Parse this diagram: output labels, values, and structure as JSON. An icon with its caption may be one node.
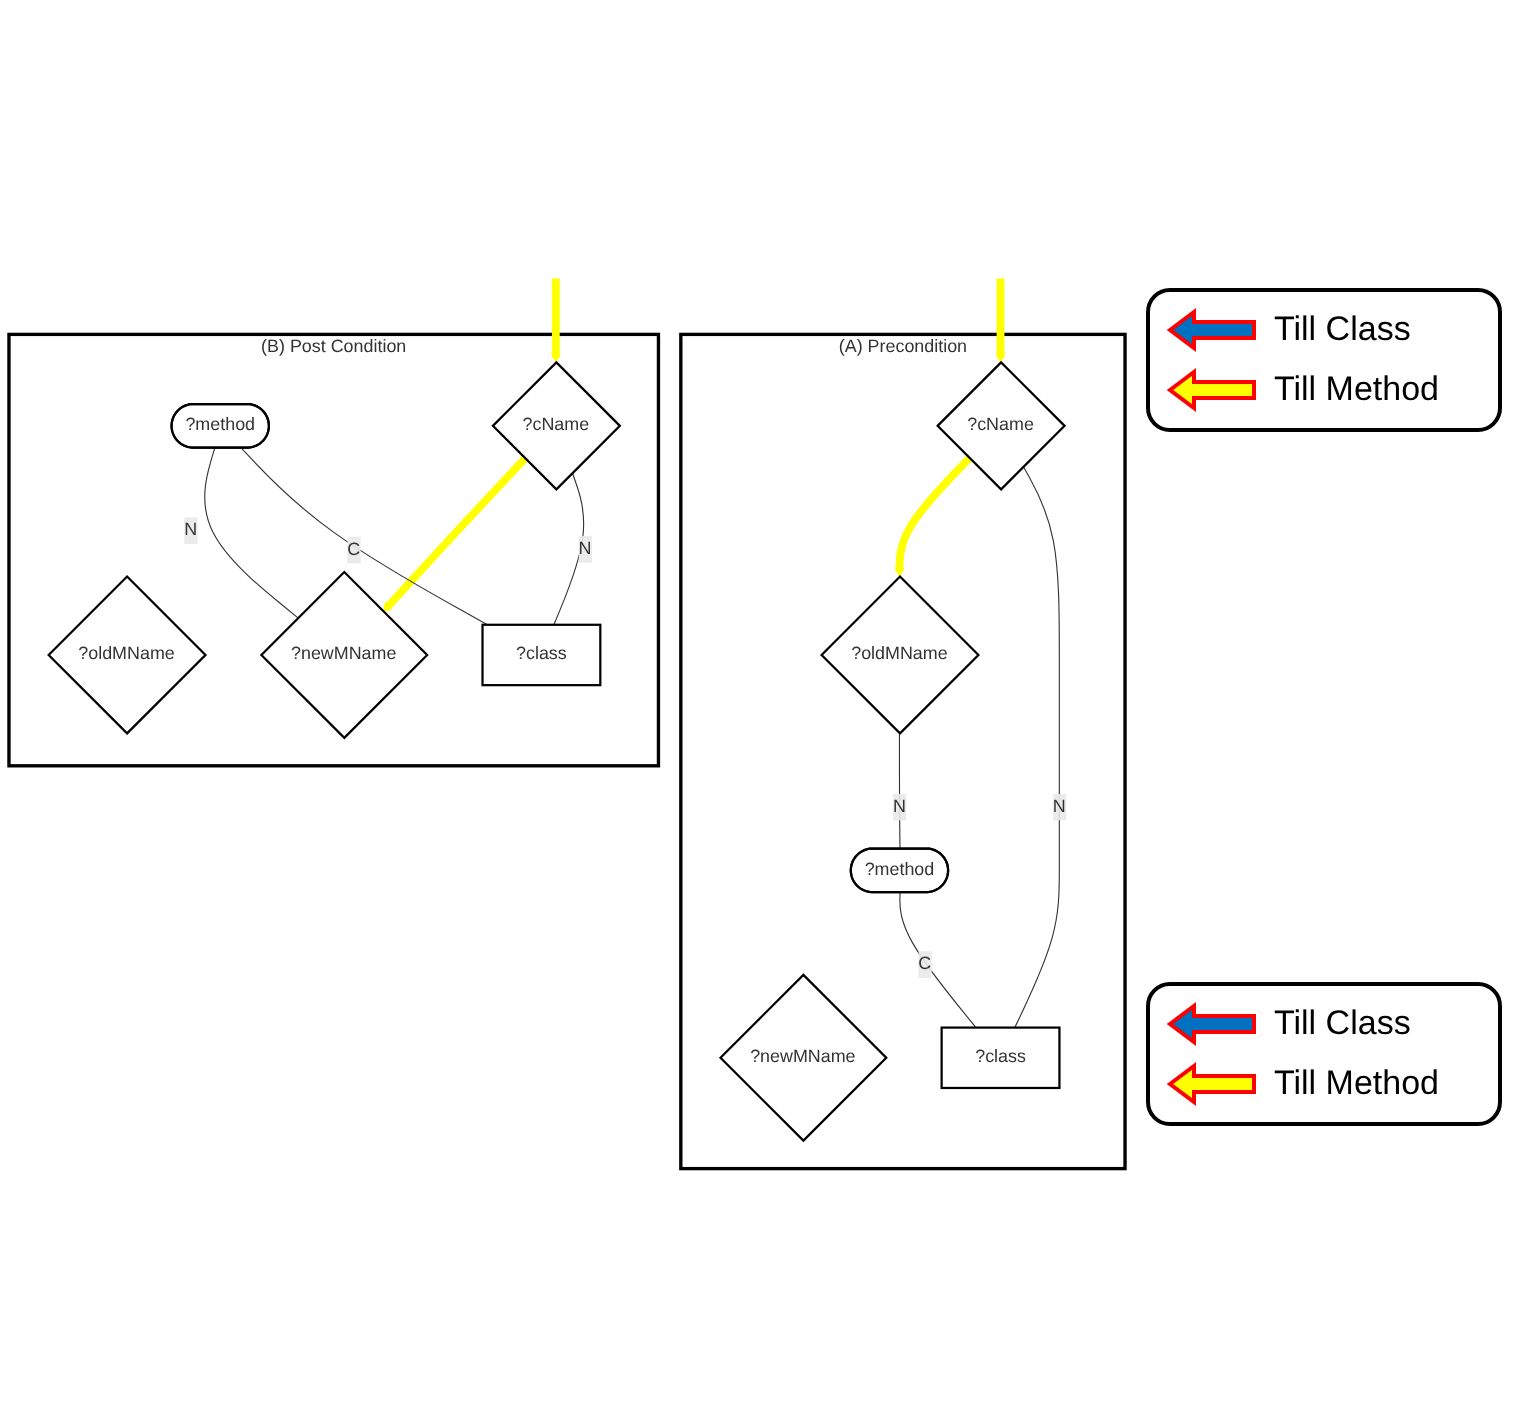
{
  "diagram": {
    "nodes": [
      {
        "text": [
          "(A) Precondition"
        ]
      },
      {
        "text": [
          "?oldMName"
        ],
        "in": 0
      },
      {
        "text": [
          "?newMName"
        ],
        "in": 0
      },
      {
        "text": [
          "?method"
        ],
        "in": 0
      },
      {
        "text": [
          "?cName"
        ],
        "in": 0
      },
      {
        "text": [
          "?class"
        ],
        "in": 0
      },
      {
        "text": [
          "(B) Post Condition"
        ]
      },
      {
        "text": [
          "?oldMName"
        ],
        "in": 6
      },
      {
        "text": [
          "?newMName"
        ],
        "in": 6
      },
      {
        "text": [
          "?method"
        ],
        "in": 6
      },
      {
        "text": [
          "?cName"
        ],
        "in": 6
      },
      {
        "text": [
          "?class"
        ],
        "in": 6
      }
    ],
    "edges": [
      {
        "from": 4,
        "to": 1,
        "arrow": "to",
        "style": "thick",
        "color": "#ffff00"
      },
      {
        "from": null,
        "to": 4,
        "arrow": "to",
        "style": "thick",
        "color": "#ffff00"
      },
      {
        "from": 1,
        "to": 3,
        "arrow": "none",
        "label": "N"
      },
      {
        "from": 3,
        "to": 5,
        "arrow": "none",
        "label": "C"
      },
      {
        "from": 4,
        "to": 5,
        "arrow": "none",
        "label": "N"
      },
      {
        "from": 10,
        "to": 8,
        "arrow": "to",
        "style": "thick",
        "color": "#ffff00"
      },
      {
        "from": null,
        "to": 10,
        "arrow": "to",
        "style": "thick",
        "color": "#ffff00"
      },
      {
        "from": 9,
        "to": 8,
        "arrow": "none",
        "label": "N"
      },
      {
        "from": 9,
        "to": 11,
        "arrow": "none",
        "label": "C"
      },
      {
        "from": 10,
        "to": 11,
        "arrow": "none",
        "label": "N"
      }
    ],
    "legend": [
      {
        "text": "Till Class",
        "color": "#0070c0"
      },
      {
        "text": "Till Method",
        "color": "#ffff00"
      },
      {
        "text": "Till Class",
        "color": "#0070c0"
      },
      {
        "text": "Till Method",
        "color": "#ffff00"
      }
    ]
  }
}
